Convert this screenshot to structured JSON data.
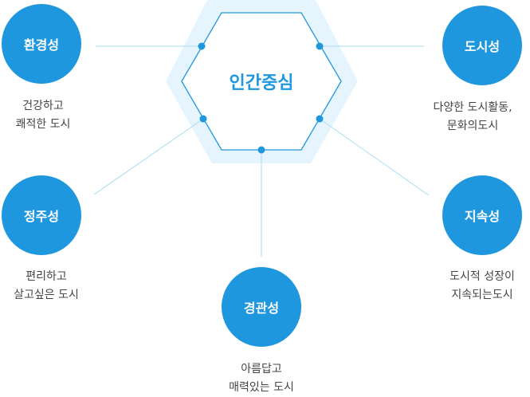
{
  "center": "인간중심",
  "nodes": [
    {
      "title": "환경성",
      "desc": [
        "건강하고",
        "쾌적한 도시"
      ]
    },
    {
      "title": "도시성",
      "desc": [
        "다양한 도시활동,",
        "문화의도시"
      ]
    },
    {
      "title": "정주성",
      "desc": [
        "편리하고",
        "살고싶은 도시"
      ]
    },
    {
      "title": "지속성",
      "desc": [
        "도시적 성장이",
        "지속되는도시"
      ]
    },
    {
      "title": "경관성",
      "desc": [
        "아름답고",
        "매력있는 도시"
      ]
    }
  ],
  "colors": {
    "accent": "#1f97df",
    "hex_fill": "#e6f5fd",
    "line": "#a9dbf2"
  }
}
